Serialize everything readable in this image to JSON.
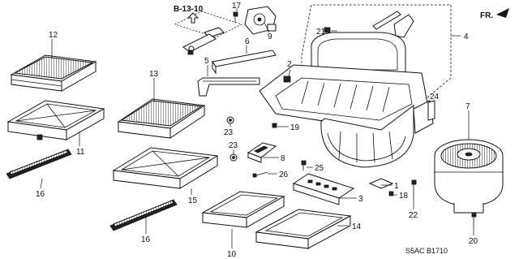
{
  "diagram": {
    "reference_label": "B-13-10",
    "direction_label": "FR.",
    "diagram_code": "S5AC B1710",
    "callouts": {
      "p1": "1",
      "p2": "2",
      "p3": "3",
      "p4": "4",
      "p5": "5",
      "p6": "6",
      "p7": "7",
      "p8": "8",
      "p9": "9",
      "p10": "10",
      "p11": "11",
      "p12": "12",
      "p13": "13",
      "p14": "14",
      "p15": "15",
      "p16a": "16",
      "p16b": "16",
      "p17": "17",
      "p18": "18",
      "p19": "19",
      "p20": "20",
      "p21": "21",
      "p22": "22",
      "p23a": "23",
      "p23b": "23",
      "p24": "24",
      "p25": "25",
      "p26": "26"
    }
  }
}
